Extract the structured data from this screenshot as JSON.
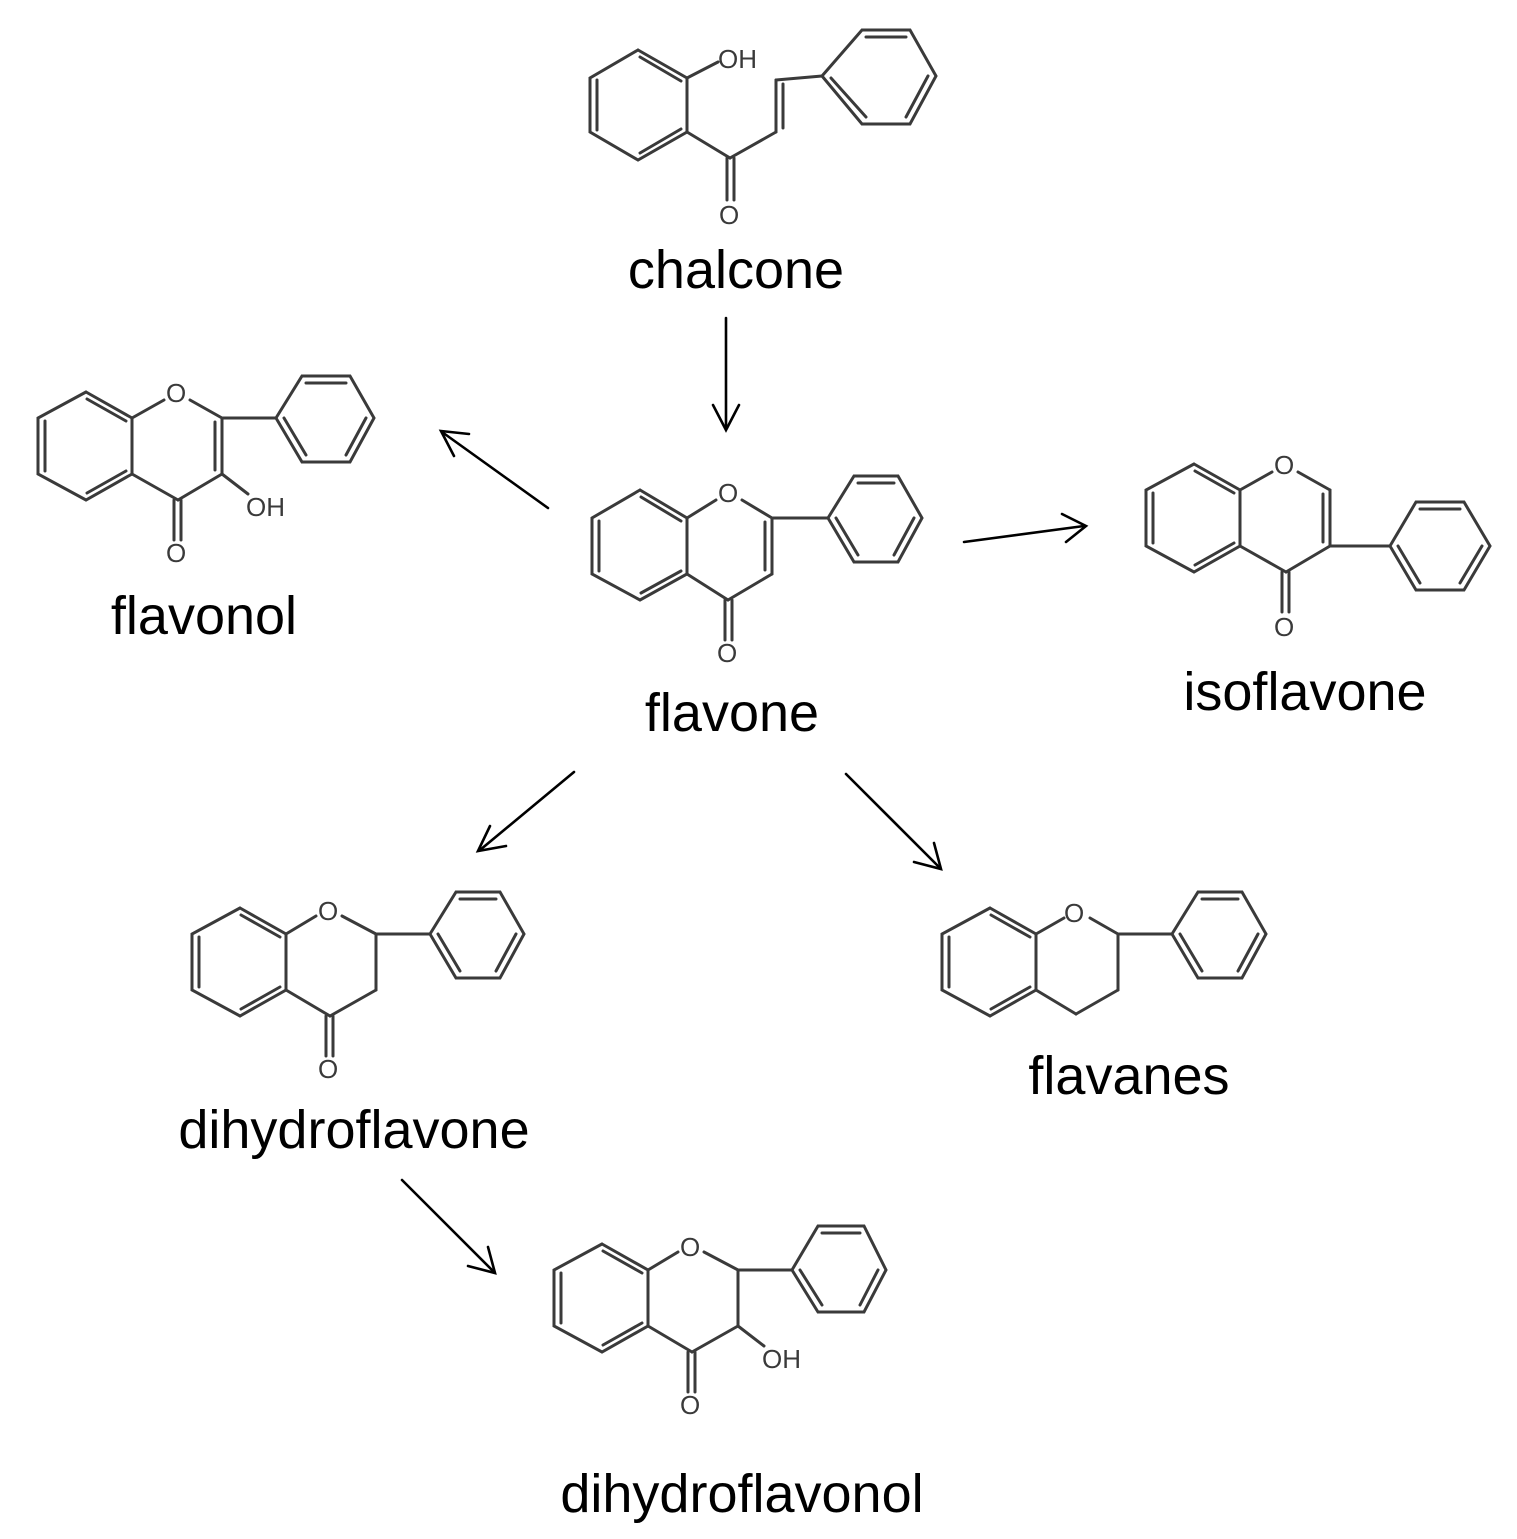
{
  "nodes": [
    {
      "id": "chalcone",
      "label": "chalcone"
    },
    {
      "id": "flavone",
      "label": "flavone"
    },
    {
      "id": "flavonol",
      "label": "flavonol"
    },
    {
      "id": "isoflavone",
      "label": "isoflavone"
    },
    {
      "id": "dihydroflavone",
      "label": "dihydroflavone"
    },
    {
      "id": "flavanes",
      "label": "flavanes"
    },
    {
      "id": "dihydroflavonol",
      "label": "dihydroflavonol"
    }
  ],
  "edges": [
    {
      "from": "chalcone",
      "to": "flavone"
    },
    {
      "from": "flavone",
      "to": "flavonol"
    },
    {
      "from": "flavone",
      "to": "isoflavone"
    },
    {
      "from": "flavone",
      "to": "dihydroflavone"
    },
    {
      "from": "flavone",
      "to": "flavanes"
    },
    {
      "from": "dihydroflavone",
      "to": "dihydroflavonol"
    }
  ],
  "atom_labels": {
    "oxygen": "O",
    "hydroxyl": "OH"
  },
  "colors": {
    "structure": "#3a3a3a",
    "text": "#000000",
    "background": "#ffffff"
  }
}
